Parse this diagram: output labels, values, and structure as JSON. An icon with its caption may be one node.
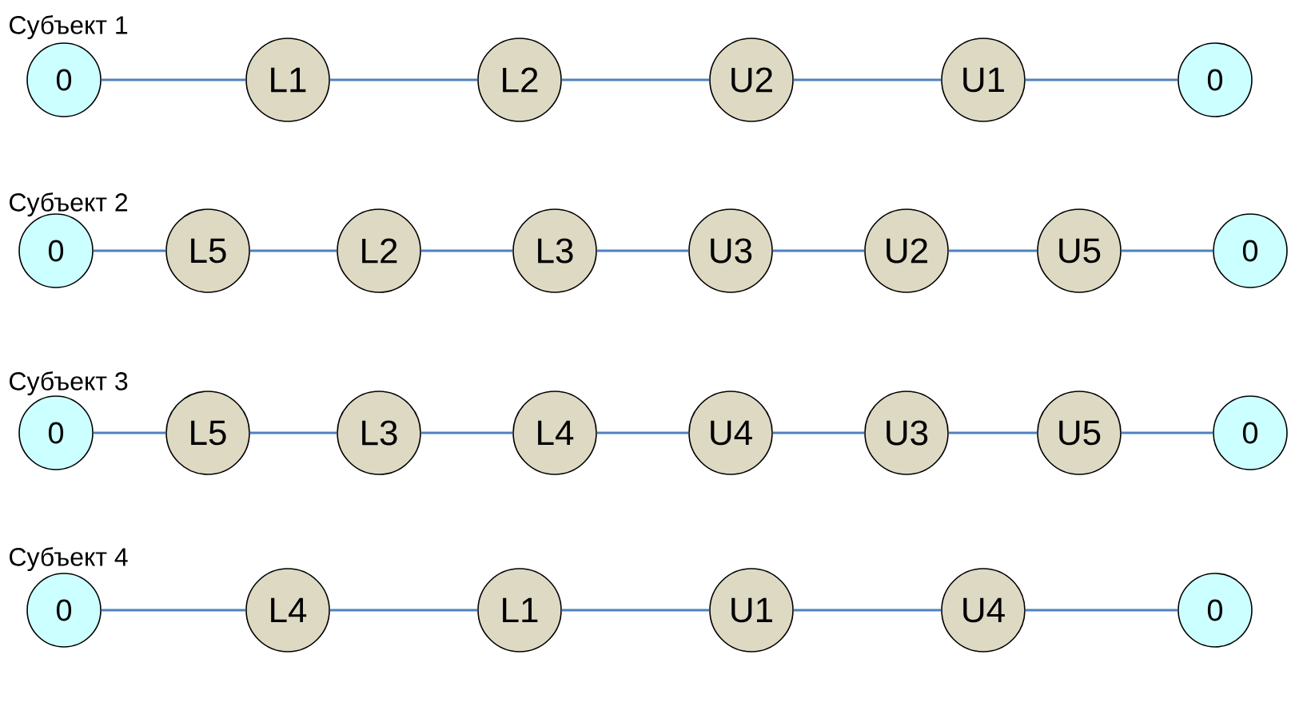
{
  "diagram": {
    "nodes": [
      {
        "text": [
          "0"
        ]
      },
      {
        "text": [
          "L1"
        ]
      },
      {
        "text": [
          "L2"
        ]
      },
      {
        "text": [
          "U2"
        ]
      },
      {
        "text": [
          "U1"
        ]
      },
      {
        "text": [
          "0"
        ]
      },
      {
        "text": [
          "0"
        ]
      },
      {
        "text": [
          "L5"
        ]
      },
      {
        "text": [
          "L2"
        ]
      },
      {
        "text": [
          "L3"
        ]
      },
      {
        "text": [
          "U3"
        ]
      },
      {
        "text": [
          "U2"
        ]
      },
      {
        "text": [
          "U5"
        ]
      },
      {
        "text": [
          "0"
        ]
      },
      {
        "text": [
          "0"
        ]
      },
      {
        "text": [
          "L5"
        ]
      },
      {
        "text": [
          "L3"
        ]
      },
      {
        "text": [
          "L4"
        ]
      },
      {
        "text": [
          "U4"
        ]
      },
      {
        "text": [
          "U3"
        ]
      },
      {
        "text": [
          "U5"
        ]
      },
      {
        "text": [
          "0"
        ]
      },
      {
        "text": [
          "0"
        ]
      },
      {
        "text": [
          "L4"
        ]
      },
      {
        "text": [
          "L1"
        ]
      },
      {
        "text": [
          "U1"
        ]
      },
      {
        "text": [
          "U4"
        ]
      },
      {
        "text": [
          "0"
        ]
      }
    ],
    "edges": [
      {
        "from": 0,
        "to": 1,
        "arrow": "none"
      },
      {
        "from": 1,
        "to": 2,
        "arrow": "none"
      },
      {
        "from": 2,
        "to": 3,
        "arrow": "none"
      },
      {
        "from": 3,
        "to": 4,
        "arrow": "none"
      },
      {
        "from": 4,
        "to": 5,
        "arrow": "none"
      },
      {
        "from": 6,
        "to": 7,
        "arrow": "none"
      },
      {
        "from": 7,
        "to": 8,
        "arrow": "none"
      },
      {
        "from": 8,
        "to": 9,
        "arrow": "none"
      },
      {
        "from": 9,
        "to": 10,
        "arrow": "none"
      },
      {
        "from": 10,
        "to": 11,
        "arrow": "none"
      },
      {
        "from": 11,
        "to": 12,
        "arrow": "none"
      },
      {
        "from": 12,
        "to": 13,
        "arrow": "none"
      },
      {
        "from": 14,
        "to": 15,
        "arrow": "none"
      },
      {
        "from": 15,
        "to": 16,
        "arrow": "none"
      },
      {
        "from": 16,
        "to": 17,
        "arrow": "none"
      },
      {
        "from": 17,
        "to": 18,
        "arrow": "none"
      },
      {
        "from": 18,
        "to": 19,
        "arrow": "none"
      },
      {
        "from": 19,
        "to": 20,
        "arrow": "none"
      },
      {
        "from": 20,
        "to": 21,
        "arrow": "none"
      },
      {
        "from": 22,
        "to": 23,
        "arrow": "none"
      },
      {
        "from": 23,
        "to": 24,
        "arrow": "none"
      },
      {
        "from": 24,
        "to": 25,
        "arrow": "none"
      },
      {
        "from": 25,
        "to": 26,
        "arrow": "none"
      },
      {
        "from": 26,
        "to": 27,
        "arrow": "none"
      }
    ],
    "labels": [
      "Субъект 1",
      "Субъект 2",
      "Субъект 3",
      "Субъект 4"
    ]
  }
}
